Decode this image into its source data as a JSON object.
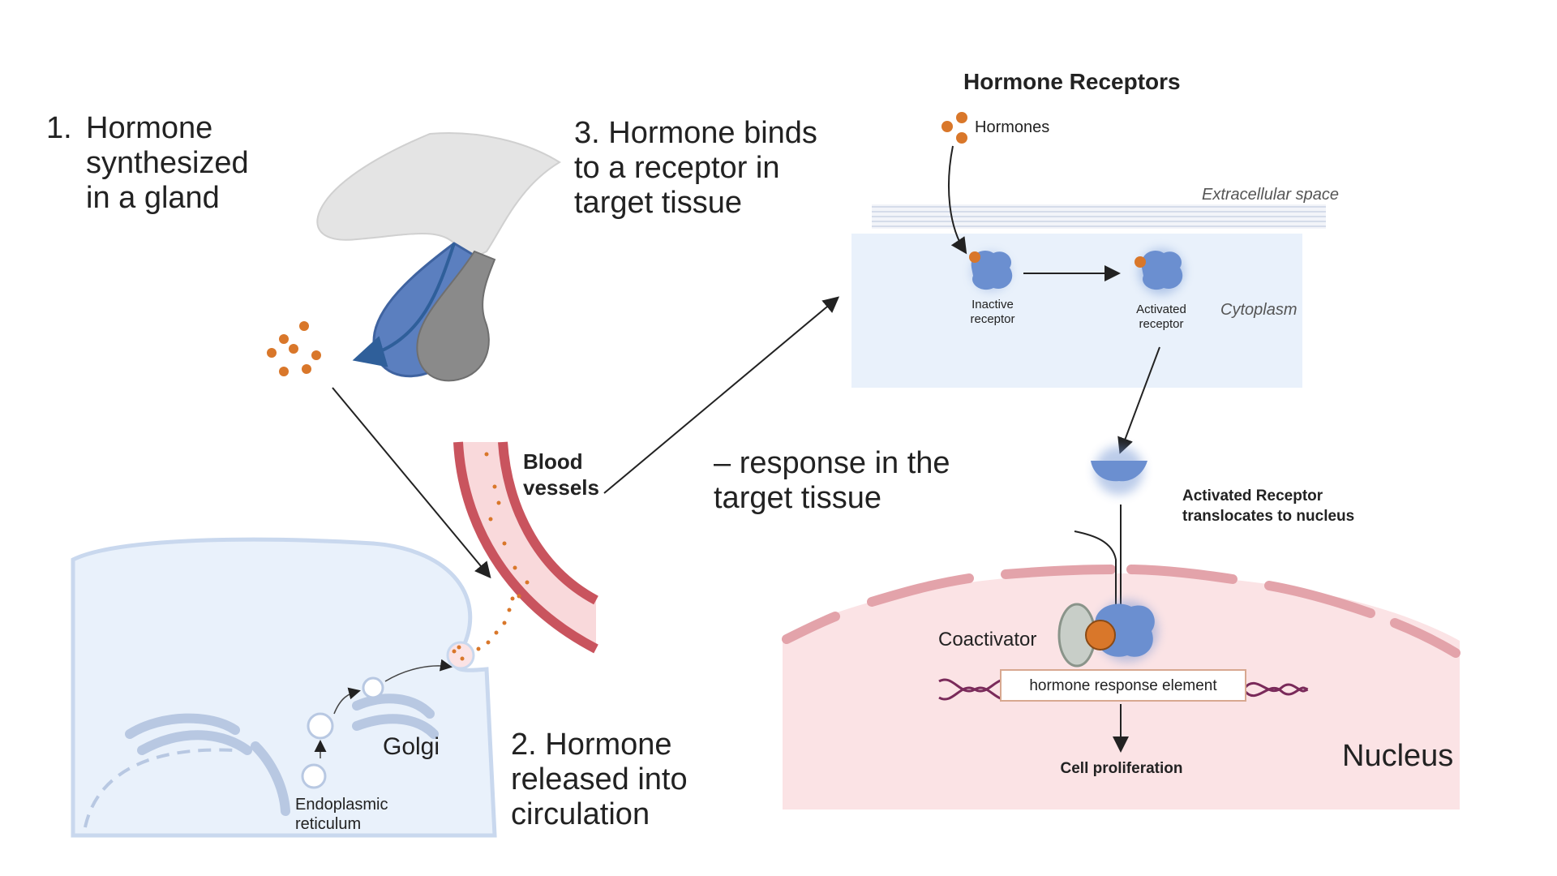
{
  "step1": {
    "number": "1.",
    "line1": "Hormone",
    "line2": "synthesized",
    "line3": "in a gland"
  },
  "step2": {
    "line1": "2. Hormone",
    "line2": "released into",
    "line3": "circulation"
  },
  "step3": {
    "line1": "3. Hormone binds",
    "line2": "to a receptor in",
    "line3": "target tissue"
  },
  "step4": {
    "line1": "– response in the",
    "line2": "target tissue"
  },
  "blood_vessels": {
    "line1": "Blood",
    "line2": "vessels"
  },
  "cell": {
    "golgi": "Golgi",
    "er_line1": "Endoplasmic",
    "er_line2": "reticulum"
  },
  "receptors_panel": {
    "title": "Hormone Receptors",
    "hormones": "Hormones",
    "extracellular": "Extracellular space",
    "cytoplasm": "Cytoplasm",
    "inactive_line1": "Inactive",
    "inactive_line2": "receptor",
    "activated_line1": "Activated",
    "activated_line2": "receptor"
  },
  "nucleus_panel": {
    "translocate_line1": "Activated Receptor",
    "translocate_line2": "translocates to  nucleus",
    "coactivator": "Coactivator",
    "hre": "hormone response element",
    "proliferation": "Cell proliferation",
    "nucleus": "Nucleus"
  },
  "colors": {
    "hormone": "#d9772a",
    "receptor": "#6b8fd0",
    "gland_blue": "#5b7fbf",
    "gland_gray": "#8a8a8a",
    "vessel_red": "#c9545e",
    "vessel_fill": "#f9d9db",
    "cell_fill": "#e9f1fb",
    "nucleus_fill": "#fbe3e5",
    "dna": "#7a2a5a"
  }
}
